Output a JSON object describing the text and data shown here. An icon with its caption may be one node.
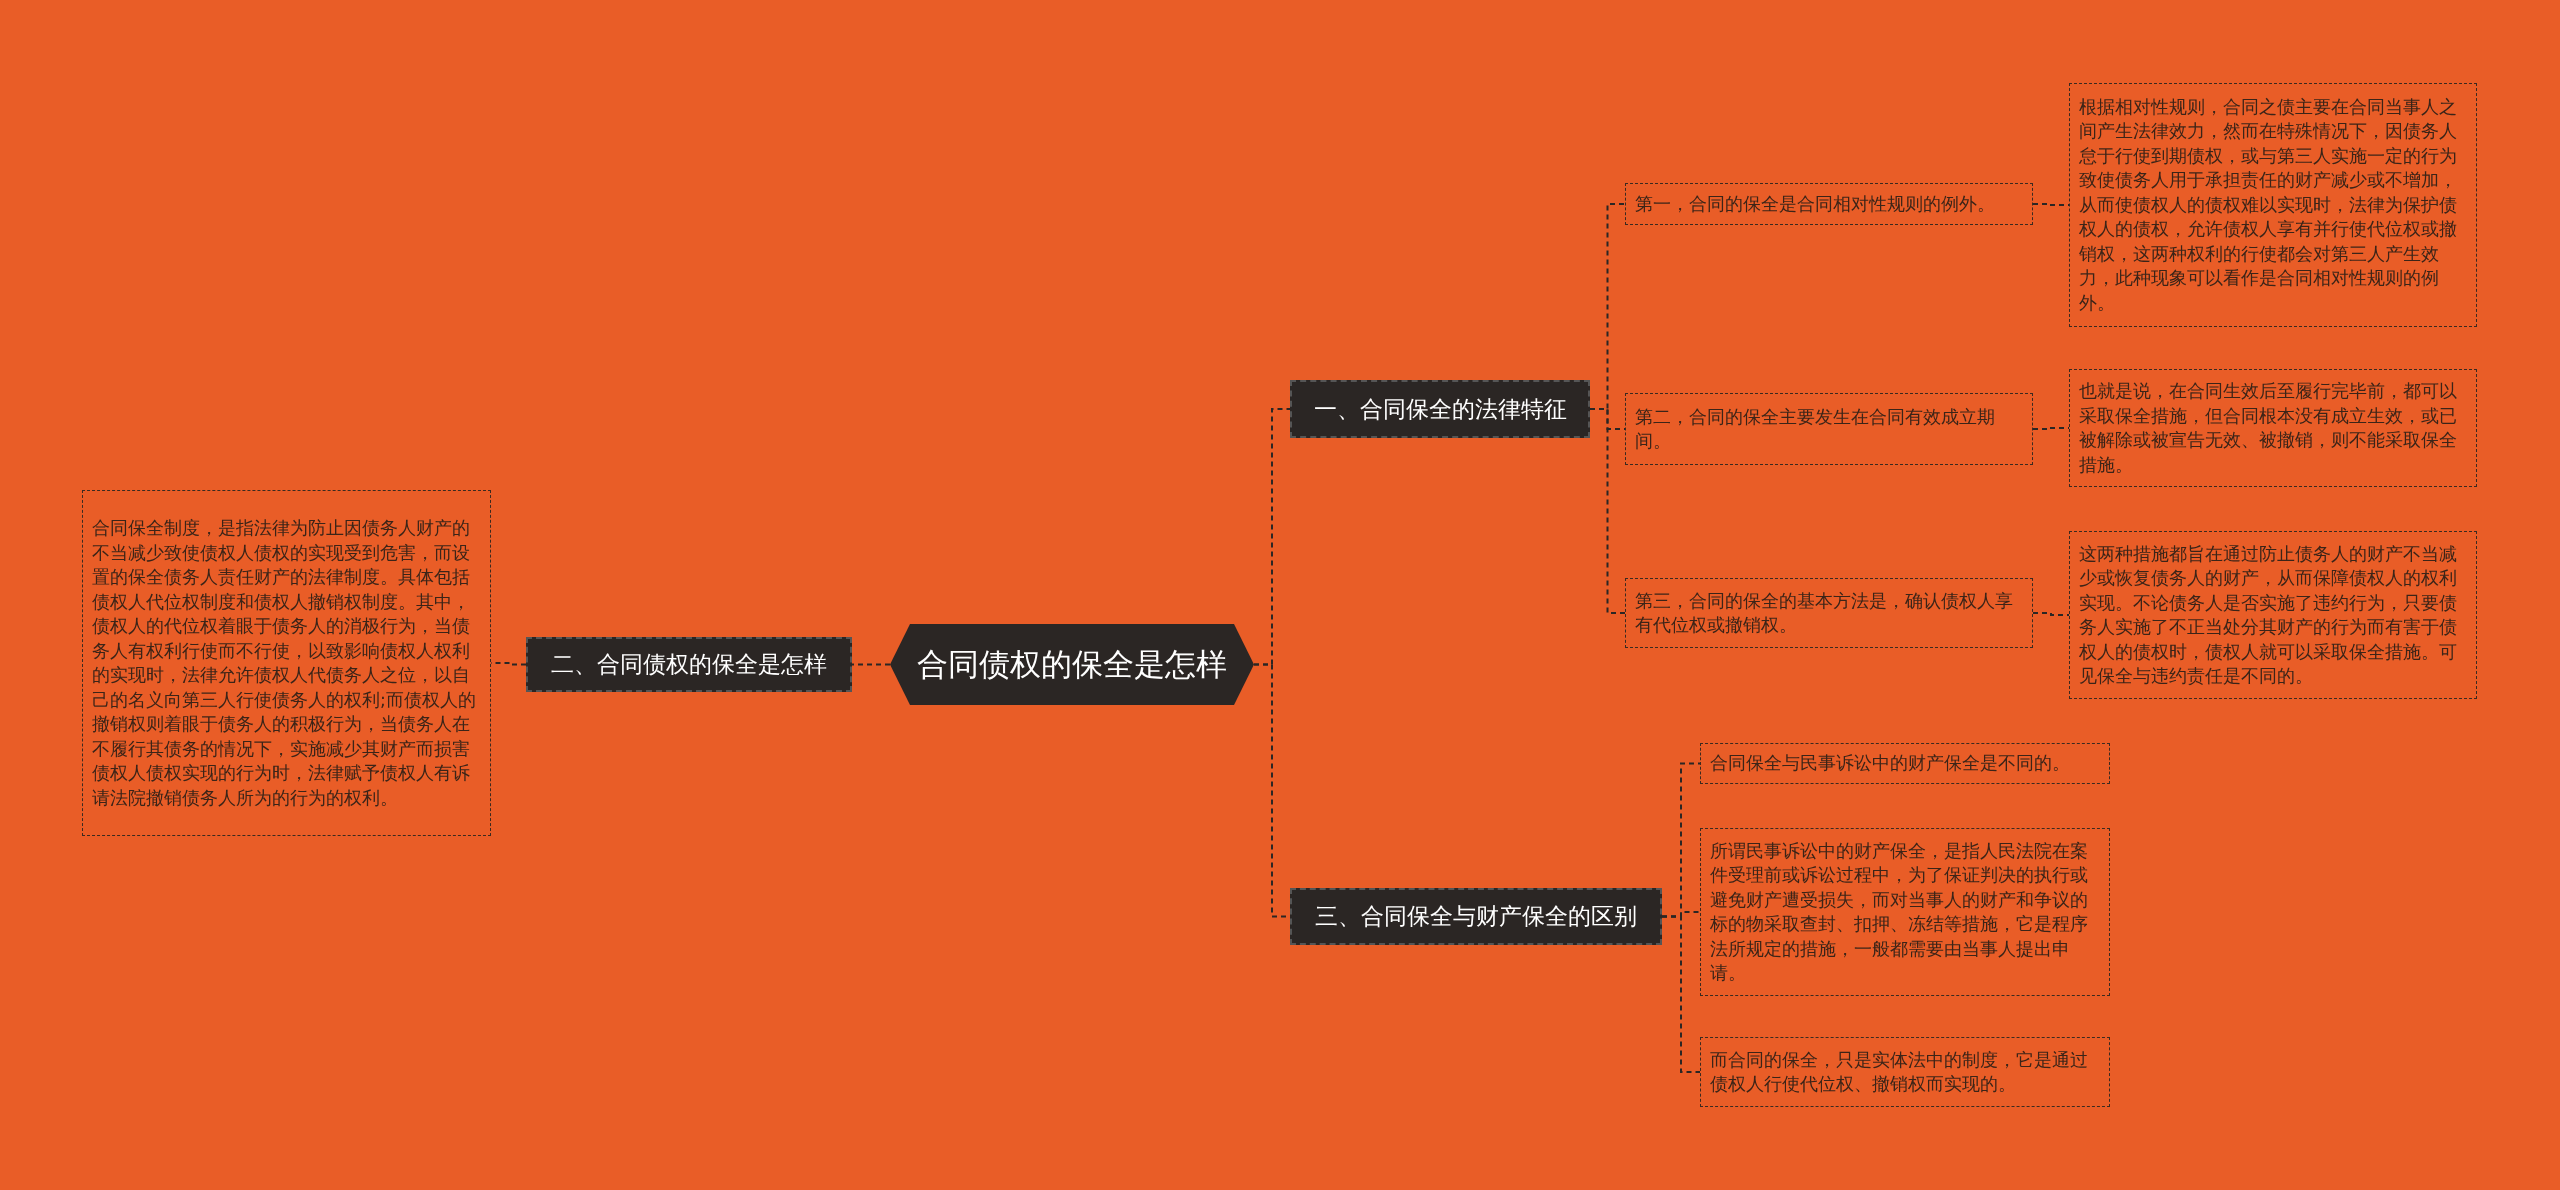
{
  "diagram": {
    "nodes": [
      {
        "text": [
          "合同债权的保全是怎样"
        ]
      },
      {
        "text": [
          "一、合同保全的法律特征"
        ]
      },
      {
        "text": [
          "第一，合同的保全是合同相对性规则的例外。"
        ]
      },
      {
        "text": [
          "根据相对性规则，合同之债主要在合同当事人之间产生法律效力，然而在特殊情况下，因债务人怠于行使到期债权，或与第三人实施一定的行为致使债务人用于承担责任的财产减少或不增加，从而使债权人的债权难以实现时，法律为保护债权人的债权，允许债权人享有并行使代位权或撤销权，这两种权利的行使都会对第三人产生效力，此种现象可以看作是合同相对性规则的例外。"
        ]
      },
      {
        "text": [
          "第二，合同的保全主要发生在合同有效成立期间。"
        ]
      },
      {
        "text": [
          "也就是说，在合同生效后至履行完毕前，都可以采取保全措施，但合同根本没有成立生效，或已被解除或被宣告无效、被撤销，则不能采取保全措施。"
        ]
      },
      {
        "text": [
          "第三，合同的保全的基本方法是，确认债权人享有代位权或撤销权。"
        ]
      },
      {
        "text": [
          "这两种措施都旨在通过防止债务人的财产不当减少或恢复债务人的财产，从而保障债权人的权利实现。不论债务人是否实施了违约行为，只要债务人实施了不正当处分其财产的行为而有害于债权人的债权时，债权人就可以采取保全措施。可见保全与违约责任是不同的。"
        ]
      },
      {
        "text": [
          "二、合同债权的保全是怎样"
        ]
      },
      {
        "text": [
          "合同保全制度，是指法律为防止因债务人财产的不当减少致使债权人债权的实现受到危害，而设置的保全债务人责任财产的法律制度。具体包括债权人代位权制度和债权人撤销权制度。其中，债权人的代位权着眼于债务人的消极行为，当债务人有权利行使而不行使，以致影响债权人权利的实现时，法律允许债权人代债务人之位，以自己的名义向第三人行使债务人的权利;而债权人的撤销权则着眼于债务人的积极行为，当债务人在不履行其债务的情况下，实施减少其财产而损害债权人债权实现的行为时，法律赋予债权人有诉请法院撤销债务人所为的行为的权利。"
        ]
      },
      {
        "text": [
          "三、合同保全与财产保全的区别"
        ]
      },
      {
        "text": [
          "合同保全与民事诉讼中的财产保全是不同的。"
        ]
      },
      {
        "text": [
          "所谓民事诉讼中的财产保全，是指人民法院在案件受理前或诉讼过程中，为了保证判决的执行或避免财产遭受损失，而对当事人的财产和争议的标的物采取查封、扣押、冻结等措施，它是程序法所规定的措施，一般都需要由当事人提出申请。"
        ]
      },
      {
        "text": [
          "而合同的保全，只是实体法中的制度，它是通过债权人行使代位权、撤销权而实现的。"
        ]
      }
    ],
    "edges": [
      {
        "from": 0,
        "to": 1,
        "arrow": "none"
      },
      {
        "from": 1,
        "to": 2,
        "arrow": "none"
      },
      {
        "from": 2,
        "to": 3,
        "arrow": "none"
      },
      {
        "from": 1,
        "to": 4,
        "arrow": "none"
      },
      {
        "from": 4,
        "to": 5,
        "arrow": "none"
      },
      {
        "from": 1,
        "to": 6,
        "arrow": "none"
      },
      {
        "from": 6,
        "to": 7,
        "arrow": "none"
      },
      {
        "from": 0,
        "to": 8,
        "arrow": "none"
      },
      {
        "from": 8,
        "to": 9,
        "arrow": "none"
      },
      {
        "from": 0,
        "to": 10,
        "arrow": "none"
      },
      {
        "from": 10,
        "to": 11,
        "arrow": "none"
      },
      {
        "from": 10,
        "to": 12,
        "arrow": "none"
      },
      {
        "from": 10,
        "to": 13,
        "arrow": "none"
      }
    ]
  }
}
